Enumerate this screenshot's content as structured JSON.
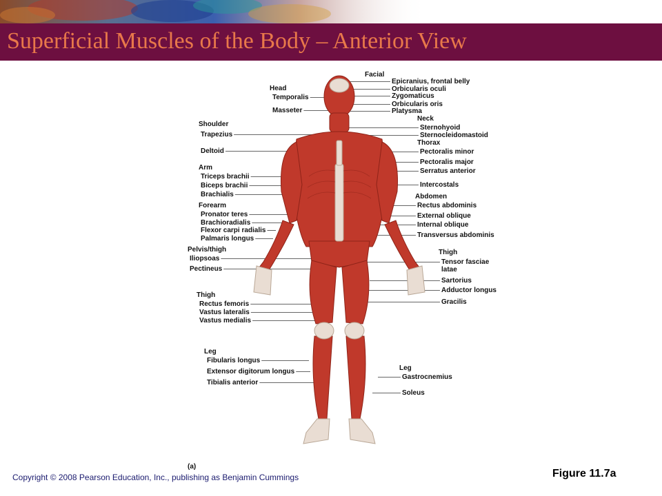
{
  "slide": {
    "title": "Superficial Muscles of the Body – Anterior View",
    "copyright": "Copyright © 2008 Pearson Education, Inc., publishing as Benjamin Cummings",
    "figure_ref": "Figure 11.7a",
    "panel_label": "(a)"
  },
  "colors": {
    "title_bar": "#6d0f40",
    "title_text": "#e8784a",
    "muscle": "#c0392b",
    "tendon": "#e9ddd3"
  },
  "labels": {
    "left": [
      {
        "text": "Head",
        "type": "header"
      },
      {
        "text": "Temporalis",
        "type": "item"
      },
      {
        "text": "Masseter",
        "type": "item"
      },
      {
        "text": "Shoulder",
        "type": "header"
      },
      {
        "text": "Trapezius",
        "type": "item"
      },
      {
        "text": "Deltoid",
        "type": "item"
      },
      {
        "text": "Arm",
        "type": "header"
      },
      {
        "text": "Triceps brachii",
        "type": "item"
      },
      {
        "text": "Biceps brachii",
        "type": "item"
      },
      {
        "text": "Brachialis",
        "type": "item"
      },
      {
        "text": "Forearm",
        "type": "header"
      },
      {
        "text": "Pronator teres",
        "type": "item"
      },
      {
        "text": "Brachioradialis",
        "type": "item"
      },
      {
        "text": "Flexor carpi radialis",
        "type": "item"
      },
      {
        "text": "Palmaris longus",
        "type": "item"
      },
      {
        "text": "Pelvis/thigh",
        "type": "header"
      },
      {
        "text": "Iliopsoas",
        "type": "item"
      },
      {
        "text": "Pectineus",
        "type": "item"
      },
      {
        "text": "Thigh",
        "type": "header"
      },
      {
        "text": "Rectus femoris",
        "type": "item"
      },
      {
        "text": "Vastus lateralis",
        "type": "item"
      },
      {
        "text": "Vastus medialis",
        "type": "item"
      },
      {
        "text": "Leg",
        "type": "header"
      },
      {
        "text": "Fibularis longus",
        "type": "item"
      },
      {
        "text": "Extensor digitorum longus",
        "type": "item"
      },
      {
        "text": "Tibialis anterior",
        "type": "item"
      }
    ],
    "right": [
      {
        "text": "Facial",
        "type": "header"
      },
      {
        "text": "Epicranius, frontal belly",
        "type": "item"
      },
      {
        "text": "Orbicularis oculi",
        "type": "item"
      },
      {
        "text": "Zygomaticus",
        "type": "item"
      },
      {
        "text": "Orbicularis oris",
        "type": "item"
      },
      {
        "text": "Platysma",
        "type": "item"
      },
      {
        "text": "Neck",
        "type": "header"
      },
      {
        "text": "Sternohyoid",
        "type": "item"
      },
      {
        "text": "Sternocleidomastoid",
        "type": "item"
      },
      {
        "text": "Thorax",
        "type": "header"
      },
      {
        "text": "Pectoralis minor",
        "type": "item"
      },
      {
        "text": "Pectoralis major",
        "type": "item"
      },
      {
        "text": "Serratus anterior",
        "type": "item"
      },
      {
        "text": "Intercostals",
        "type": "item"
      },
      {
        "text": "Abdomen",
        "type": "header"
      },
      {
        "text": "Rectus abdominis",
        "type": "item"
      },
      {
        "text": "External oblique",
        "type": "item"
      },
      {
        "text": "Internal oblique",
        "type": "item"
      },
      {
        "text": "Transversus abdominis",
        "type": "item"
      },
      {
        "text": "Thigh",
        "type": "header"
      },
      {
        "text": "Tensor fasciae",
        "type": "item"
      },
      {
        "text": "latae",
        "type": "item"
      },
      {
        "text": "Sartorius",
        "type": "item"
      },
      {
        "text": "Adductor longus",
        "type": "item"
      },
      {
        "text": "Gracilis",
        "type": "item"
      },
      {
        "text": "Leg",
        "type": "header"
      },
      {
        "text": "Gastrocnemius",
        "type": "item"
      },
      {
        "text": "Soleus",
        "type": "item"
      }
    ]
  }
}
